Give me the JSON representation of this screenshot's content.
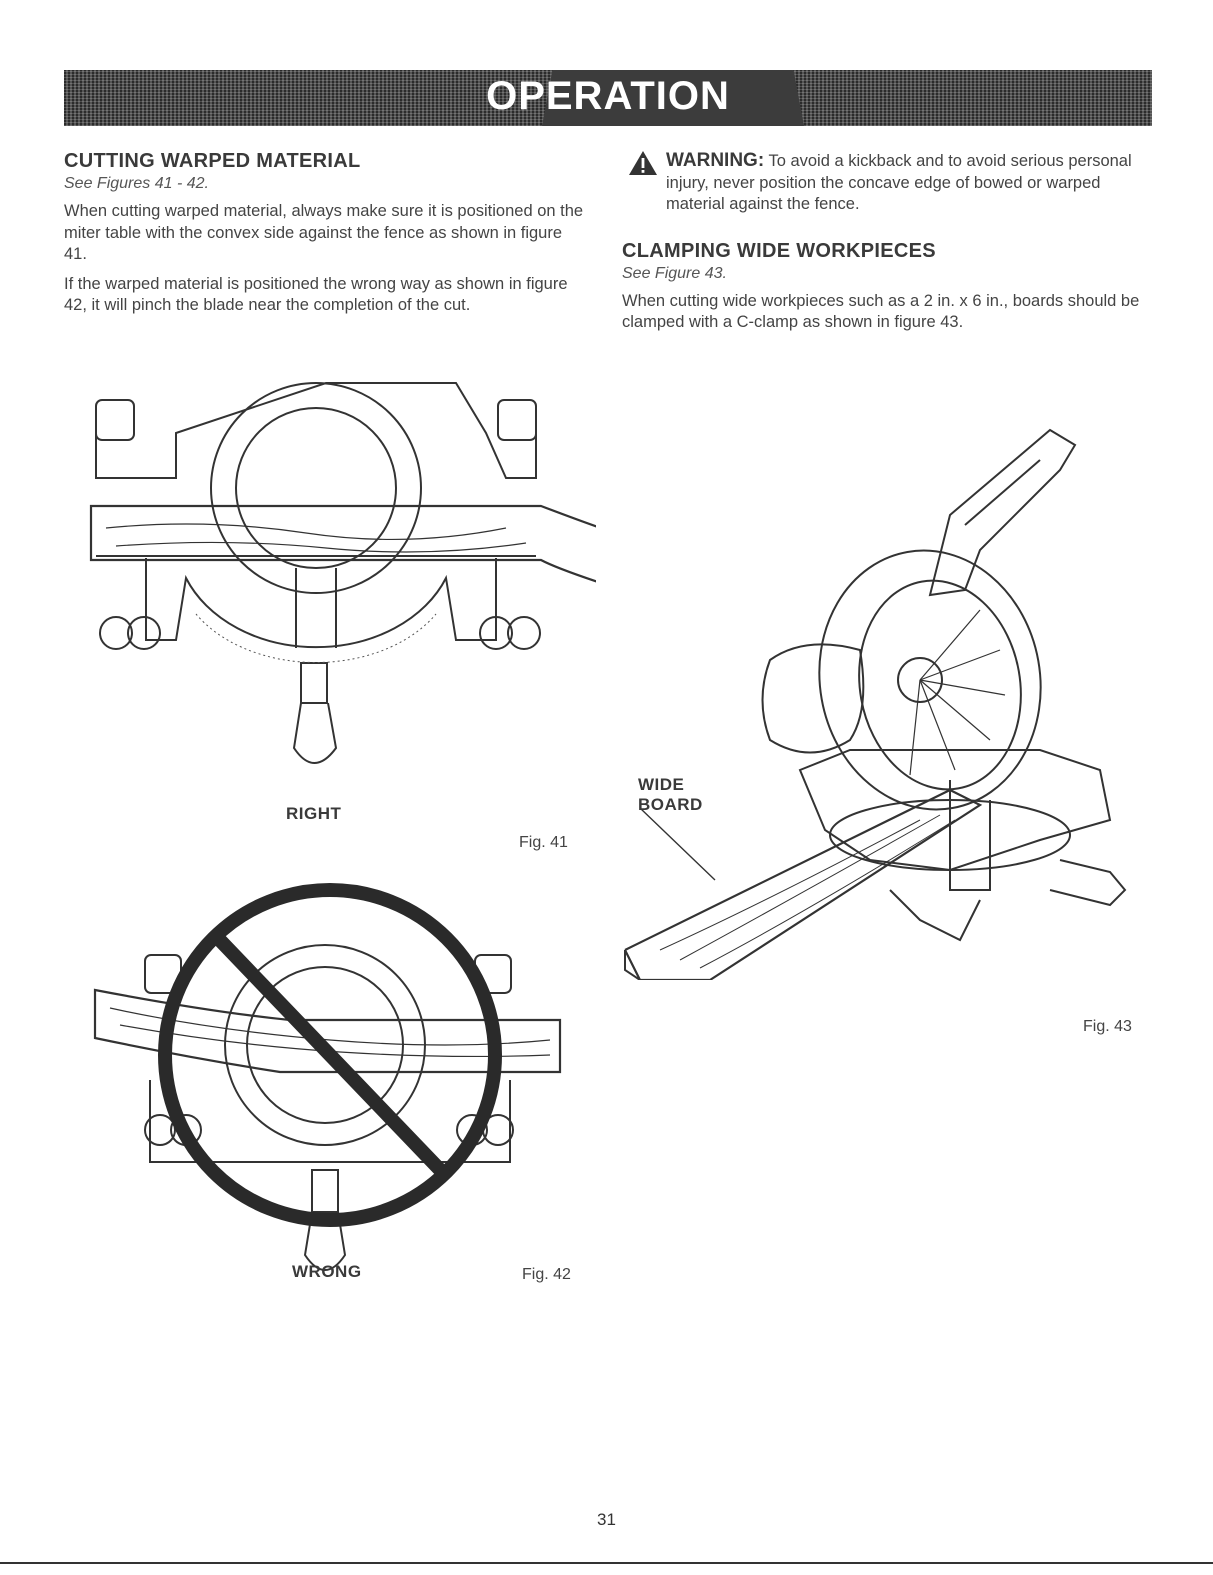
{
  "header": {
    "title": "OPERATION"
  },
  "left": {
    "heading": "CUTTING WARPED MATERIAL",
    "see": "See Figures 41 - 42.",
    "para1": "When cutting warped material, always make sure it is positioned on the miter table with the convex side against the fence as shown in figure 41.",
    "para2": "If the warped material is positioned the wrong way as shown in figure 42, it will pinch the blade near the completion of the cut."
  },
  "right": {
    "warning_label": "WARNING:",
    "warning_text": " To avoid a kickback and to avoid serious personal injury, never position the concave edge of bowed or warped material against the fence.",
    "heading": "CLAMPING WIDE WORKPIECES",
    "see": "See Figure 43.",
    "para1": "When cutting wide workpieces such as a 2 in. x 6 in., boards should be clamped with a C-clamp as shown in figure 43."
  },
  "figures": {
    "fig41": {
      "label": "RIGHT",
      "caption": "Fig. 41"
    },
    "fig42": {
      "label": "WRONG",
      "caption": "Fig. 42"
    },
    "fig43": {
      "label_line1": "WIDE",
      "label_line2": "BOARD",
      "caption": "Fig. 43"
    }
  },
  "footer": {
    "page_number": "31"
  },
  "icons": {
    "warning": "warning-triangle-icon",
    "prohibited": "prohibition-circle-icon"
  }
}
